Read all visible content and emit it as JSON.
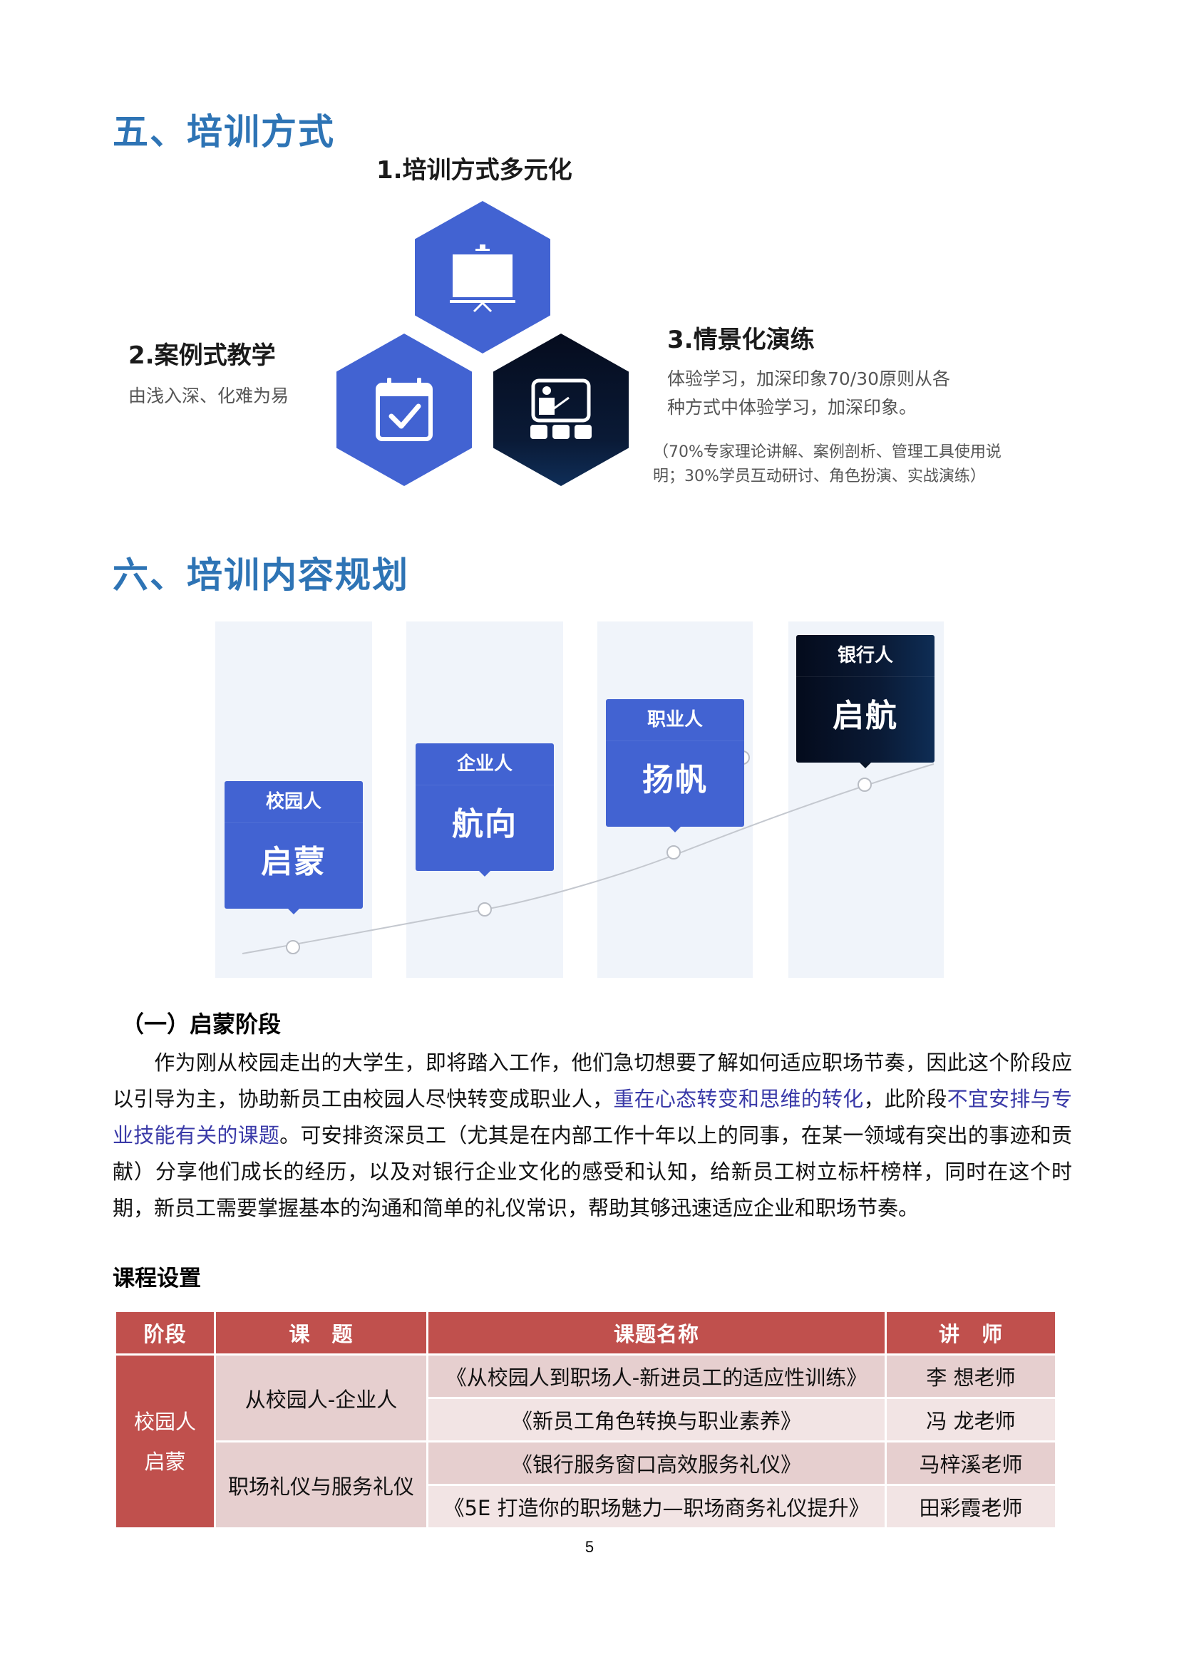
{
  "section5": {
    "title": "五、培训方式",
    "methods": [
      {
        "heading": "1.培训方式多元化",
        "icon": "presentation-board-icon",
        "color": "#4263d2"
      },
      {
        "heading": "2.案例式教学",
        "desc": "由浅入深、化难为易",
        "icon": "calendar-check-icon",
        "color": "#4263d2"
      },
      {
        "heading": "3.情景化演练",
        "desc_lines": [
          "体验学习，加深印象70/30原则从各",
          "种方式中体验学习，加深印象。"
        ],
        "note_lines": [
          "（70%专家理论讲解、案例剖析、管理工具使用说",
          "明；30%学员互动研讨、角色扮演、实战演练）"
        ],
        "icon": "teacher-classroom-icon",
        "color": "#081428"
      }
    ]
  },
  "section6": {
    "title": "六、培训内容规划",
    "stages": [
      {
        "top": "校园人",
        "bottom": "启蒙",
        "color": "#4263d2"
      },
      {
        "top": "企业人",
        "bottom": "航向",
        "color": "#4263d2"
      },
      {
        "top": "职业人",
        "bottom": "扬帆",
        "color": "#4263d2"
      },
      {
        "top": "银行人",
        "bottom": "启航",
        "color": "#081428"
      }
    ]
  },
  "stage1": {
    "heading": "（一）启蒙阶段",
    "paragraph": {
      "part1": "作为刚从校园走出的大学生，即将踏入工作，他们急切想要了解如何适应职场节奏，因此这个阶段应以引导为主，协助新员工由校园人尽快转变成职业人，",
      "highlight1": "重在心态转变和思维的转化",
      "part2": "，此阶段",
      "highlight2": "不宜安排与专业技能有关的课题",
      "part3": "。可安排资深员工（尤其是在内部工作十年以上的同事，在某一领域有突出的事迹和贡献）分享他们成长的经历，以及对银行企业文化的感受和认知，给新员工树立标杆榜样，同时在这个时期，新员工需要掌握基本的沟通和简单的礼仪常识，帮助其够迅速适应企业和职场节奏。"
    },
    "highlight_color": "#3a3aa8"
  },
  "course_table": {
    "caption": "课程设置",
    "headers": [
      "阶段",
      "课　题",
      "课题名称",
      "讲　师"
    ],
    "stage_label_line1": "校园人",
    "stage_label_line2": "启蒙",
    "groups": [
      {
        "topic": "从校园人-企业人",
        "rows": [
          {
            "name": "《从校园人到职场人-新进员工的适应性训练》",
            "teacher": "李 想老师"
          },
          {
            "name": "《新员工角色转换与职业素养》",
            "teacher": "冯 龙老师"
          }
        ]
      },
      {
        "topic": "职场礼仪与服务礼仪",
        "rows": [
          {
            "name": "《银行服务窗口高效服务礼仪》",
            "teacher": "马梓溪老师"
          },
          {
            "name": "《5E 打造你的职场魅力—职场商务礼仪提升》",
            "teacher": "田彩霞老师"
          }
        ]
      }
    ],
    "header_color": "#c0504d"
  },
  "page_number": "5"
}
